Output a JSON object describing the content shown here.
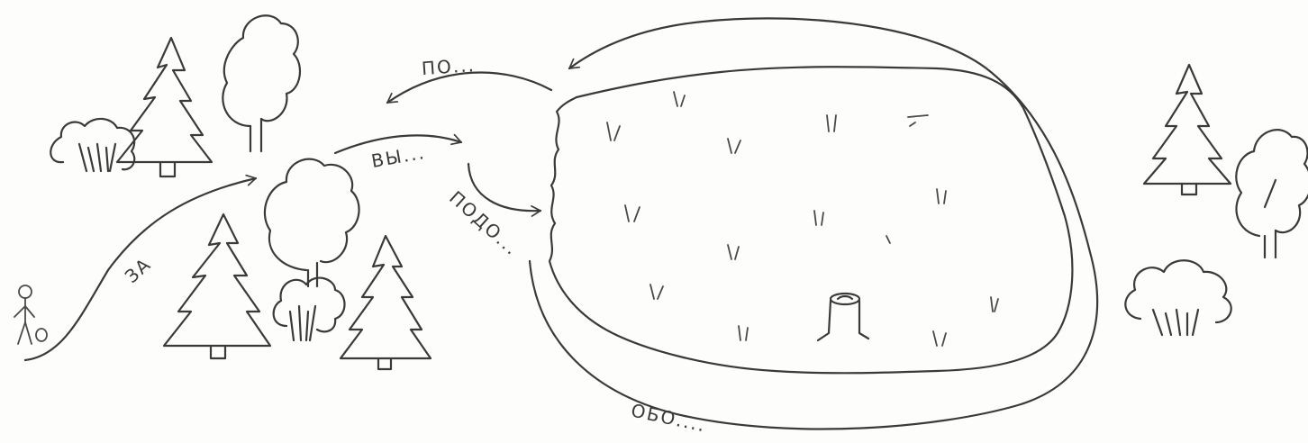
{
  "labels": {
    "za": "ЗА",
    "vy": "ВЫ...",
    "po": "ПО...",
    "podo": "ПОДО...",
    "obo": "ОБО...."
  },
  "ink_color": "#3a3a3a",
  "background_color": "#fdfdfb"
}
